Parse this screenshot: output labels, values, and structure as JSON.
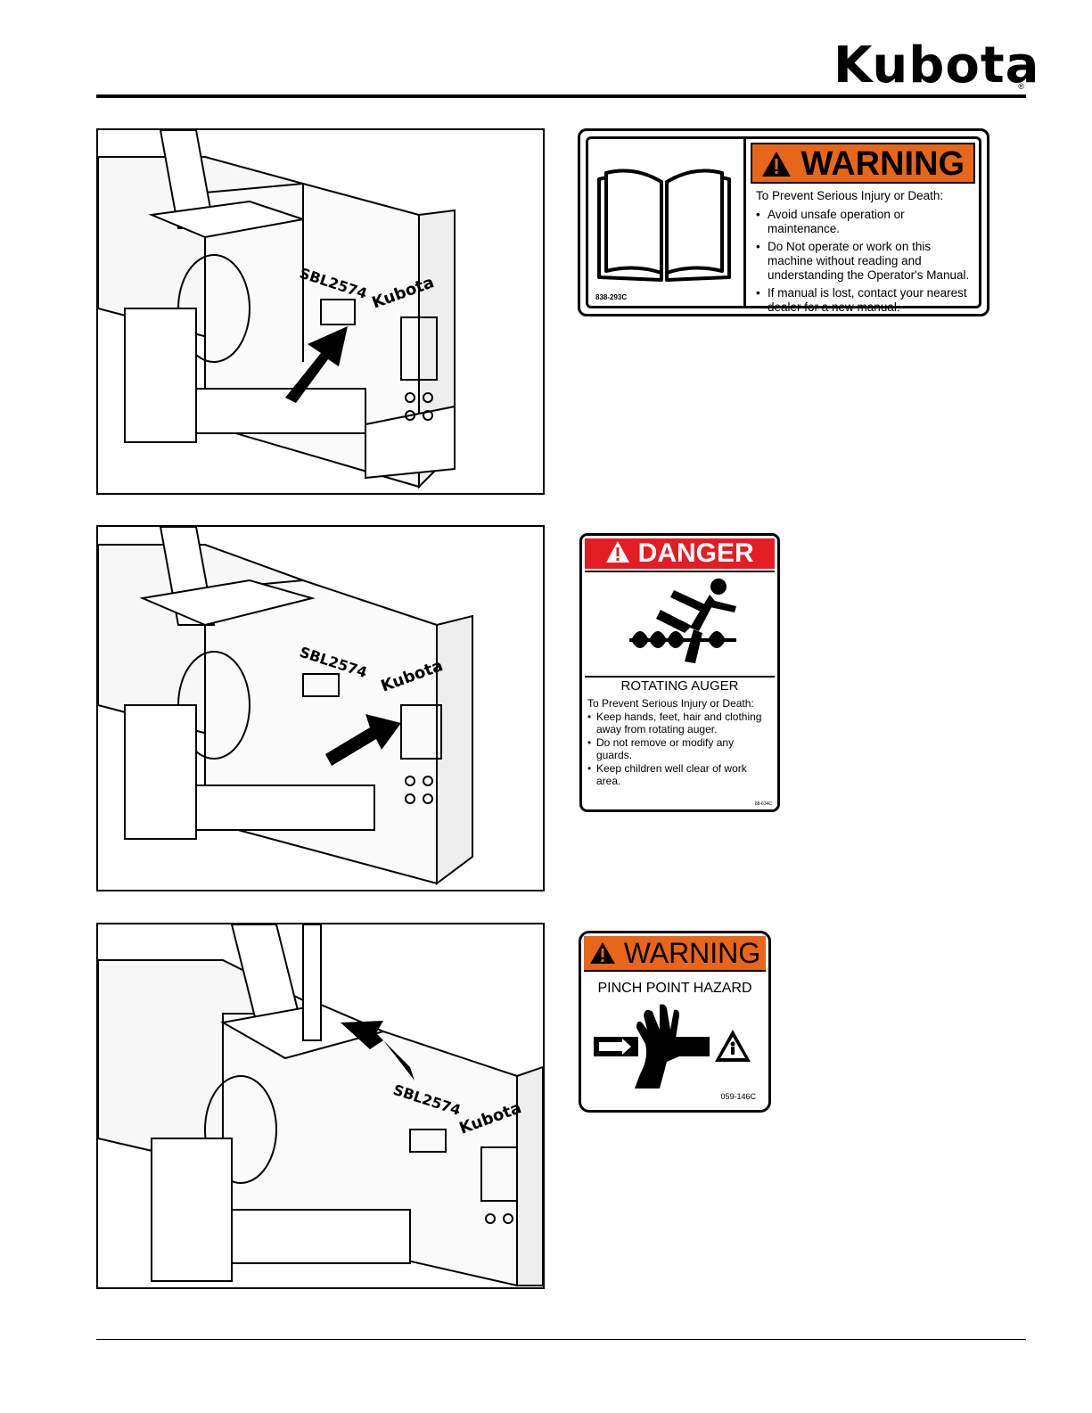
{
  "header": {
    "logo_text": "Kubota",
    "logo_mark": "®"
  },
  "figures": [
    {
      "name": "figure-1",
      "model_label": "SBL2574",
      "brand_label": "Kubota"
    },
    {
      "name": "figure-2",
      "model_label": "SBL2574",
      "brand_label": "Kubota"
    },
    {
      "name": "figure-3",
      "model_label": "SBL2574",
      "brand_label": "Kubota"
    }
  ],
  "decal_warning_manual": {
    "signal_word": "WARNING",
    "lead": "To Prevent Serious Injury or Death:",
    "items": [
      "Avoid unsafe operation or maintenance.",
      "Do Not operate or work on this machine without reading and understanding the Operator's Manual.",
      "If manual is lost, contact your nearest dealer for a new manual."
    ],
    "part_number": "838-293C",
    "icon": "manual-book-icon",
    "color": "#e8661a"
  },
  "decal_danger_auger": {
    "signal_word": "DANGER",
    "title": "ROTATING AUGER",
    "lead": "To Prevent Serious Injury or Death:",
    "items": [
      "Keep hands, feet, hair and clothing away from rotating auger.",
      "Do not remove or modify any guards.",
      "Keep children well clear of work area."
    ],
    "part_number": "88-634C",
    "icon": "auger-entanglement-icon",
    "color": "#e41c24"
  },
  "decal_warning_pinch": {
    "signal_word": "WARNING",
    "title": "PINCH POINT HAZARD",
    "part_number": "059-146C",
    "icon": "pinch-point-hand-icon",
    "color": "#e8661a"
  }
}
